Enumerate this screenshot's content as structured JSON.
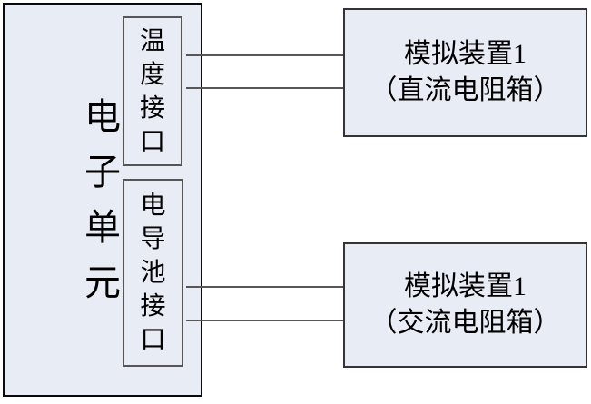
{
  "diagram": {
    "unit": {
      "label": "电子单元"
    },
    "ports": [
      {
        "id": "temperature-port",
        "label": "温度接口"
      },
      {
        "id": "conductivity-cell-port",
        "label": "电导池接口"
      }
    ],
    "devices": [
      {
        "id": "dc-resistance-box",
        "name": "模拟装置1",
        "detail": "（直流电阻箱）"
      },
      {
        "id": "ac-resistance-box",
        "name": "模拟装置1",
        "detail": "（交流电阻箱）"
      }
    ],
    "connections": [
      {
        "from": "温度接口",
        "to": "模拟装置1（直流电阻箱）",
        "wires": 2
      },
      {
        "from": "电导池接口",
        "to": "模拟装置1（交流电阻箱）",
        "wires": 2
      }
    ],
    "colors": {
      "background": "#ffffff",
      "box_fill": "#e8ecf5",
      "outer_border": "#0a0a0a",
      "port_border": "#565656",
      "device_border": "#343434",
      "wire": "#575757",
      "text": "#000000"
    }
  }
}
